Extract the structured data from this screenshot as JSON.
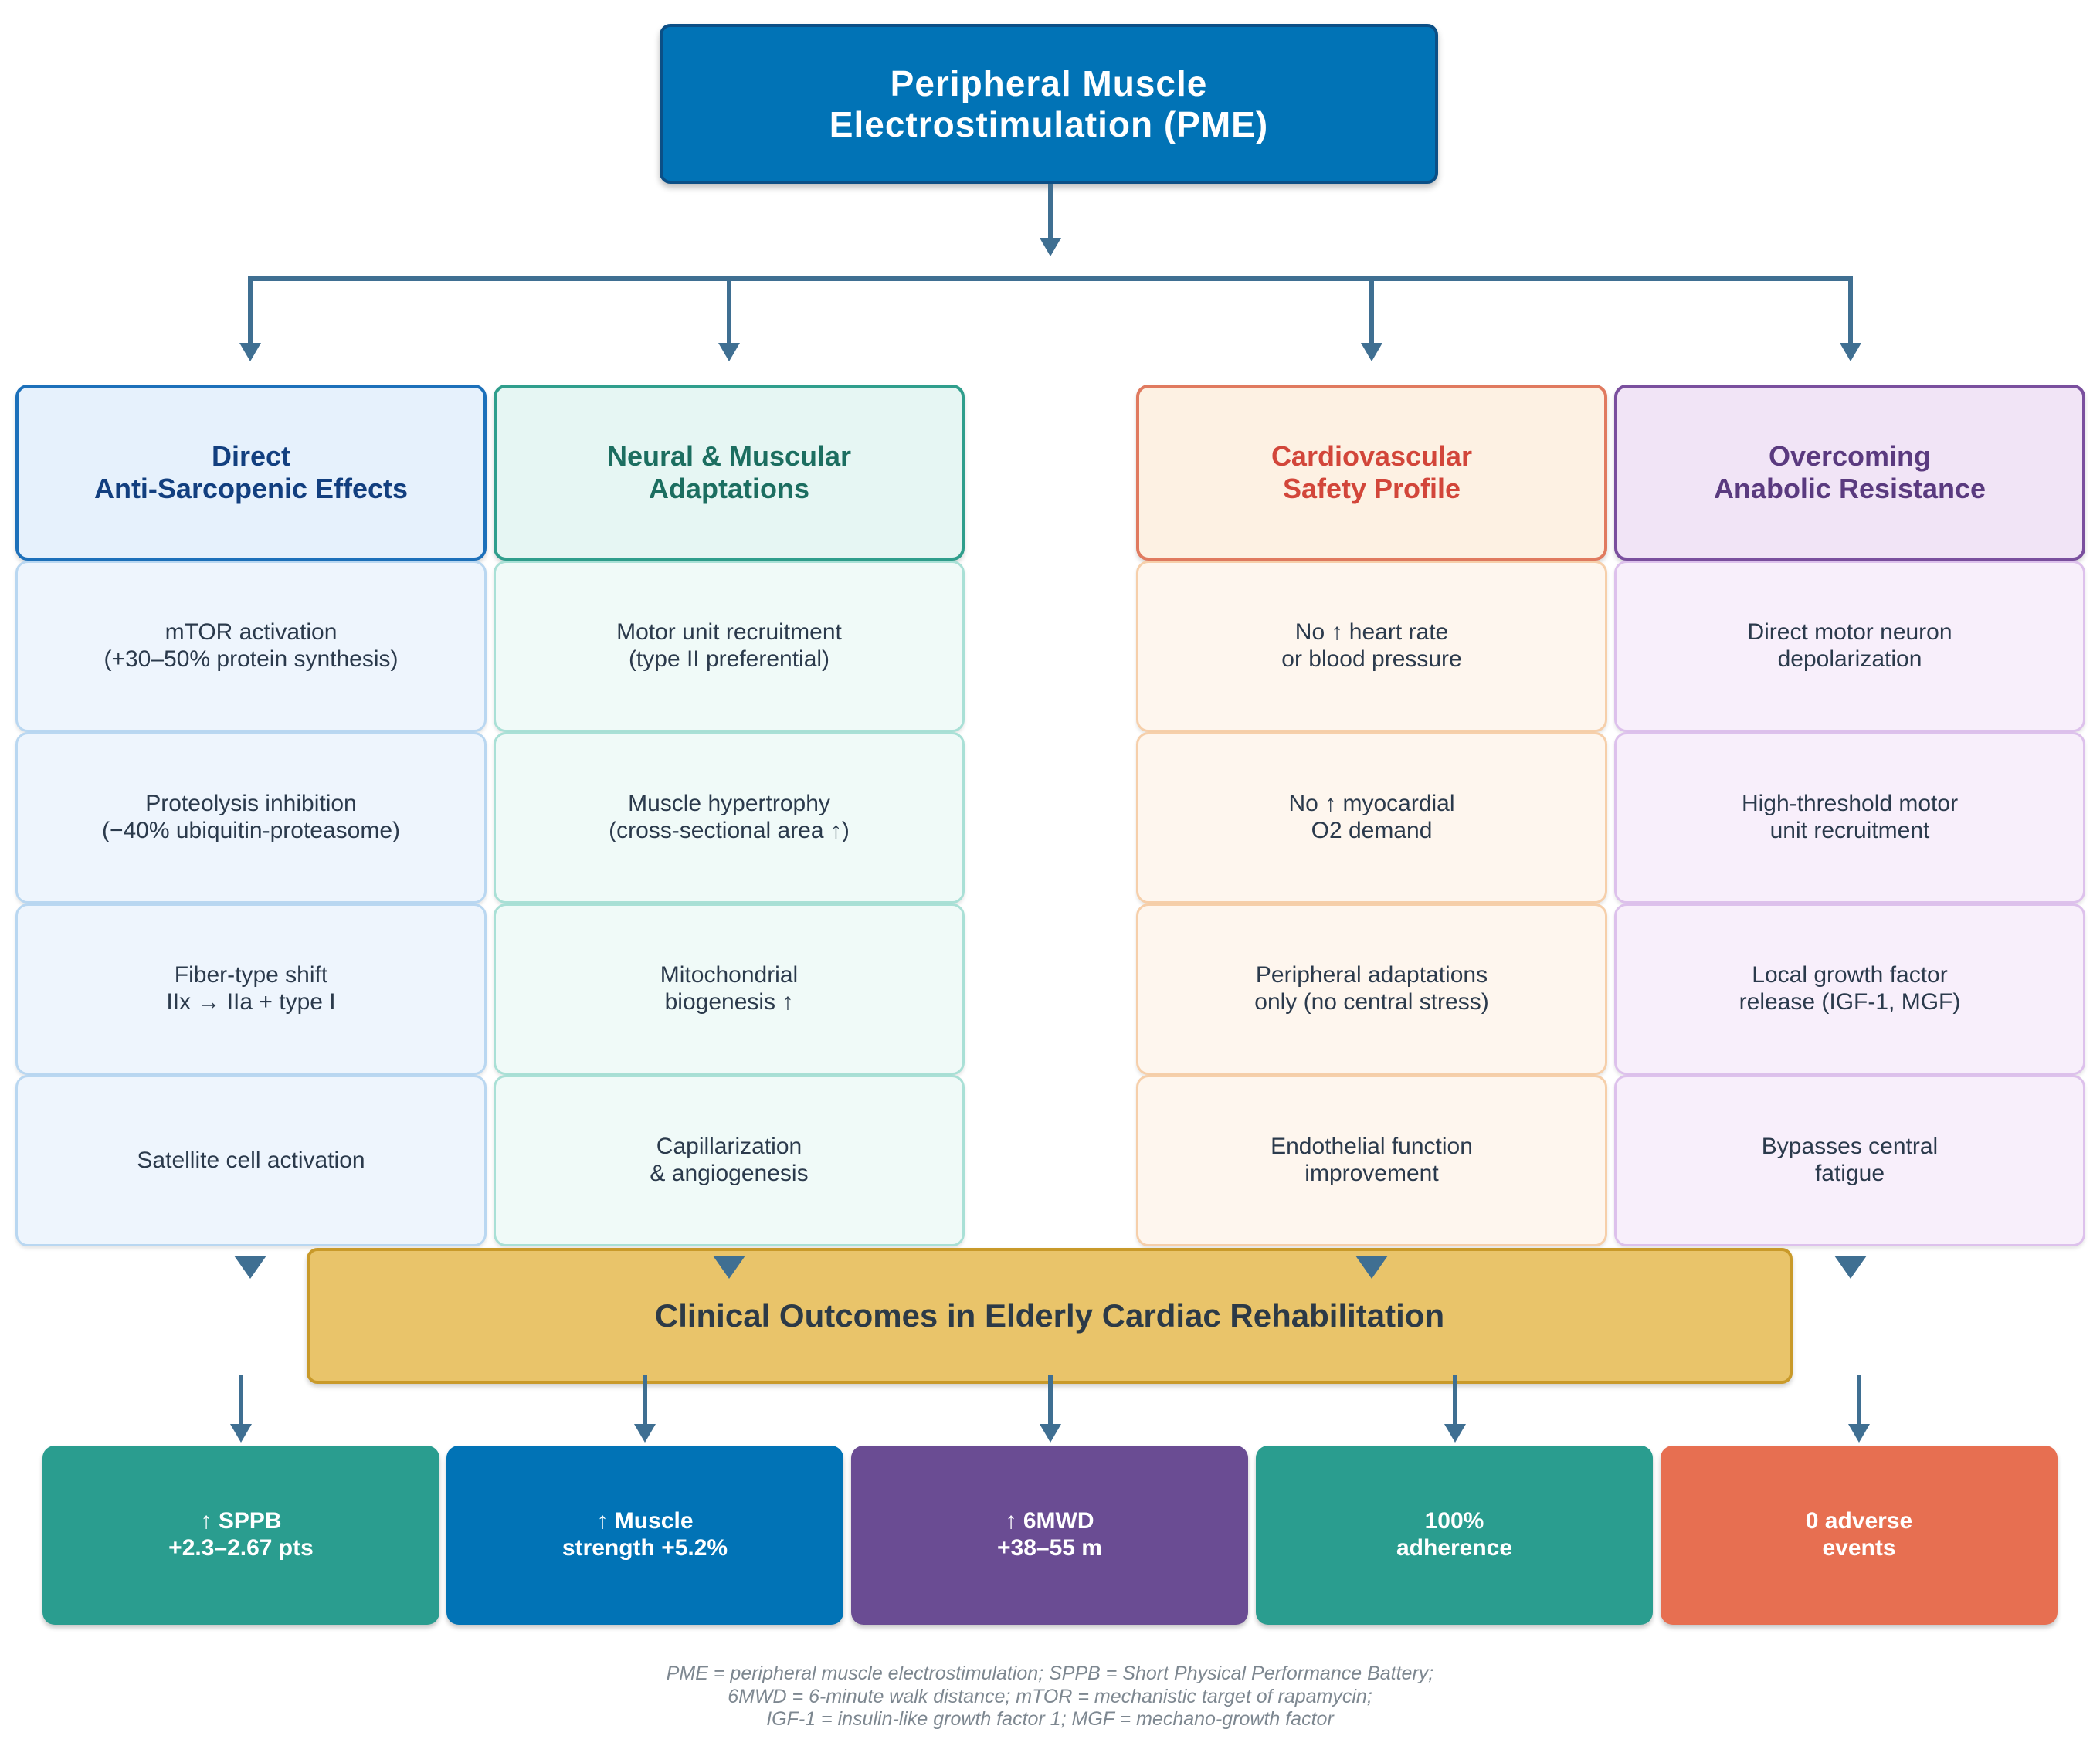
{
  "top": {
    "line1": "Peripheral Muscle",
    "line2": "Electrostimulation (PME)"
  },
  "columns": [
    {
      "title1": "Direct",
      "title2": "Anti-Sarcopenic Effects",
      "items": [
        [
          "mTOR activation",
          "(+30–50% protein synthesis)"
        ],
        [
          "Proteolysis inhibition",
          "(−40% ubiquitin-proteasome)"
        ],
        [
          "Fiber-type shift",
          "IIx → IIa + type I"
        ],
        [
          "Satellite cell activation",
          ""
        ]
      ]
    },
    {
      "title1": "Neural & Muscular",
      "title2": "Adaptations",
      "items": [
        [
          "Motor unit recruitment",
          "(type II preferential)"
        ],
        [
          "Muscle hypertrophy",
          "(cross-sectional area ↑)"
        ],
        [
          "Mitochondrial",
          "biogenesis ↑"
        ],
        [
          "Capillarization",
          "& angiogenesis"
        ]
      ]
    },
    {
      "title1": "Cardiovascular",
      "title2": "Safety Profile",
      "items": [
        [
          "No ↑ heart rate",
          "or blood pressure"
        ],
        [
          "No ↑ myocardial",
          "O2 demand"
        ],
        [
          "Peripheral adaptations",
          "only (no central stress)"
        ],
        [
          "Endothelial function",
          "improvement"
        ]
      ]
    },
    {
      "title1": "Overcoming",
      "title2": "Anabolic Resistance",
      "items": [
        [
          "Direct motor neuron",
          "depolarization"
        ],
        [
          "High-threshold motor",
          "unit recruitment"
        ],
        [
          "Local growth factor",
          "release (IGF-1, MGF)"
        ],
        [
          "Bypasses central",
          "fatigue"
        ]
      ]
    }
  ],
  "clinical": {
    "title": "Clinical Outcomes in Elderly Cardiac Rehabilitation"
  },
  "outcomes": [
    {
      "line1": "↑ SPPB",
      "line2": "+2.3–2.67 pts",
      "color": "#2a9d8f"
    },
    {
      "line1": "↑ Muscle",
      "line2": "strength +5.2%",
      "color": "#0173b6"
    },
    {
      "line1": "↑ 6MWD",
      "line2": "+38–55 m",
      "color": "#6a4c93"
    },
    {
      "line1": "100%",
      "line2": "adherence",
      "color": "#2a9d8f"
    },
    {
      "line1": "0 adverse",
      "line2": "events",
      "color": "#e76f51"
    }
  ],
  "footer": {
    "line1": "PME = peripheral muscle electrostimulation; SPPB = Short Physical Performance Battery;",
    "line2": "6MWD = 6-minute walk distance; mTOR = mechanistic target of rapamycin;",
    "line3": "IGF-1 = insulin-like growth factor 1; MGF = mechano-growth factor"
  }
}
